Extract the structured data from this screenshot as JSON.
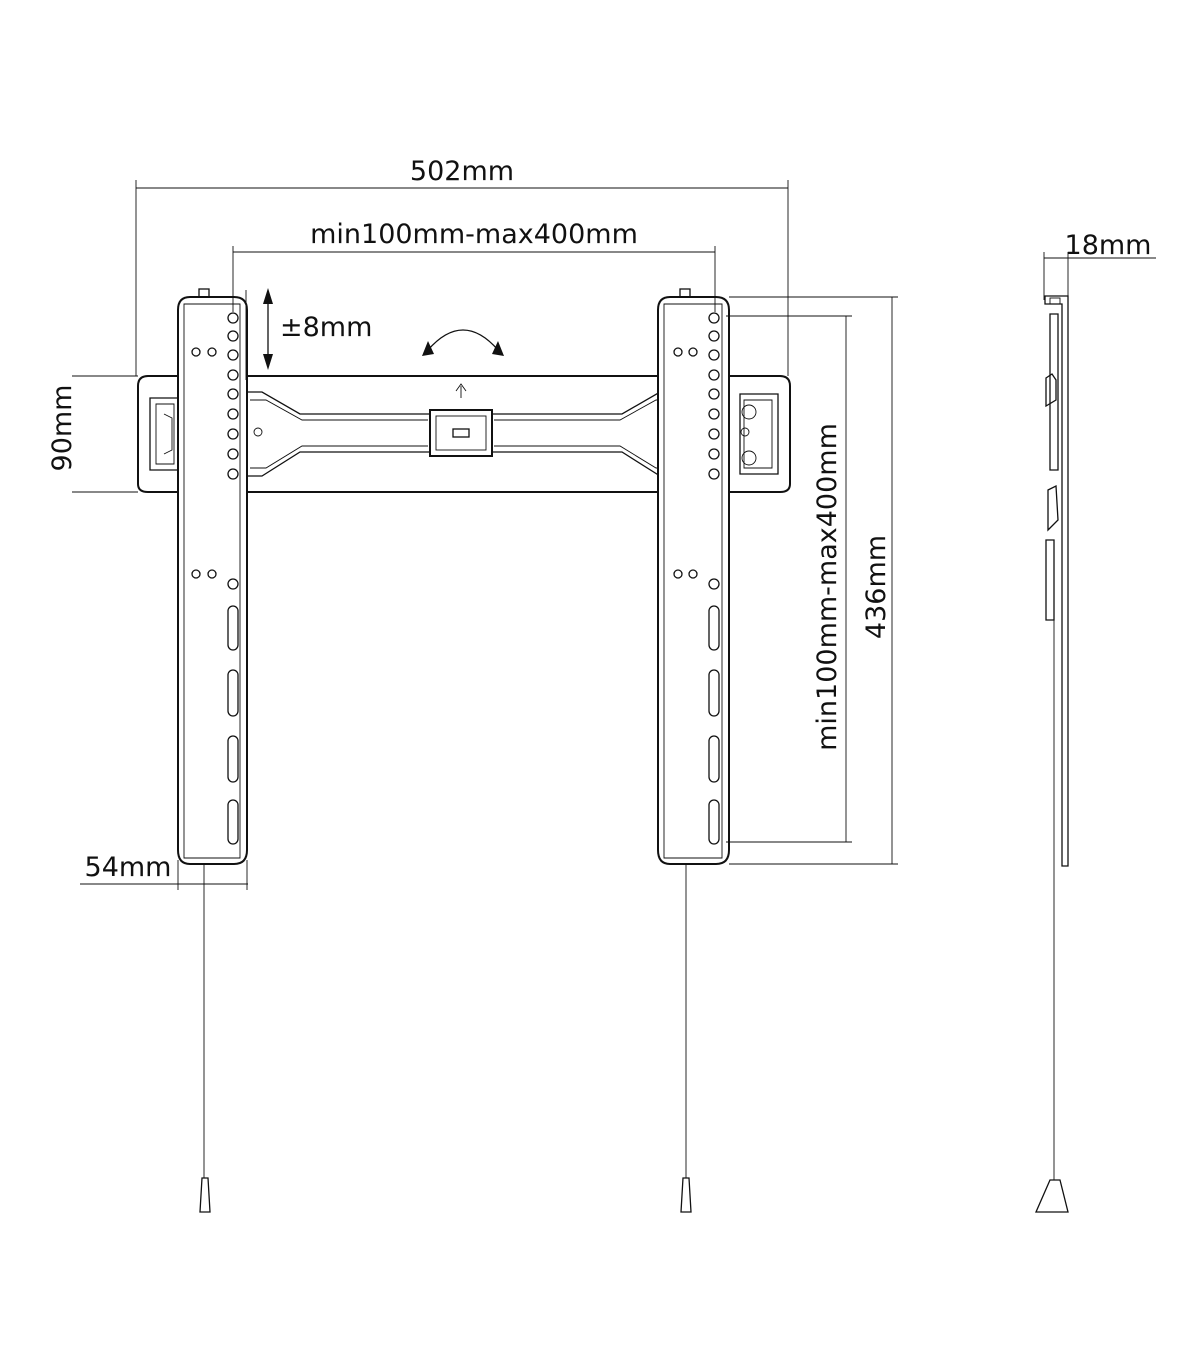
{
  "dimensions": {
    "overall_width": "502mm",
    "horizontal_vesa": "min100mm-max400mm",
    "vertical_adjust": "±8mm",
    "plate_height": "90mm",
    "vertical_vesa": "min100mm-max400mm",
    "arm_height": "436mm",
    "arm_width": "54mm",
    "depth": "18mm"
  }
}
